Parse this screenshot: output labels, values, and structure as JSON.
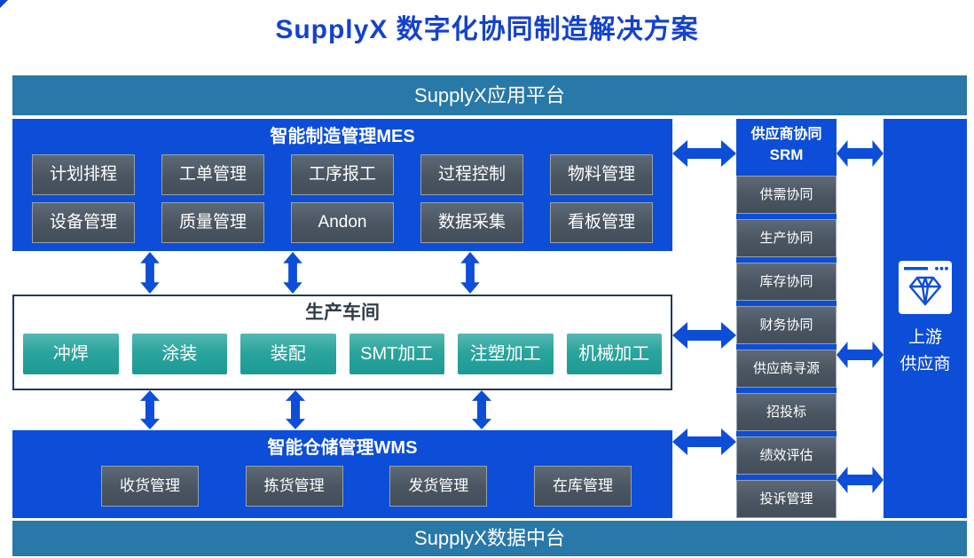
{
  "title": "SupplyX 数字化协同制造解决方案",
  "top_bar": {
    "label": "SupplyX应用平台"
  },
  "bottom_bar": {
    "label": "SupplyX数据中台"
  },
  "mes": {
    "title": "智能制造管理MES",
    "row1": [
      "计划排程",
      "工单管理",
      "工序报工",
      "过程控制",
      "物料管理"
    ],
    "row2": [
      "设备管理",
      "质量管理",
      "Andon",
      "数据采集",
      "看板管理"
    ]
  },
  "workshop": {
    "title": "生产车间",
    "items": [
      "冲焊",
      "涂装",
      "装配",
      "SMT加工",
      "注塑加工",
      "机械加工"
    ]
  },
  "wms": {
    "title": "智能仓储管理WMS",
    "items": [
      "收货管理",
      "拣货管理",
      "发货管理",
      "在库管理"
    ]
  },
  "srm": {
    "title_line1": "供应商协同",
    "title_line2": "SRM",
    "items": [
      "供需协同",
      "生产协同",
      "库存协同",
      "财务协同",
      "供应商寻源",
      "招投标",
      "绩效评估",
      "投诉管理"
    ]
  },
  "supplier": {
    "icon": "browser-gem-icon",
    "label_line1": "上游",
    "label_line2": "供应商"
  },
  "colors": {
    "accent_blue": "#0D4ED8",
    "steel_bar": "#2878A8",
    "slate_button": "#4A5561",
    "teal_button": "#2BA49D",
    "title_text": "#1442CB",
    "workshop_border": "#1F3864"
  }
}
